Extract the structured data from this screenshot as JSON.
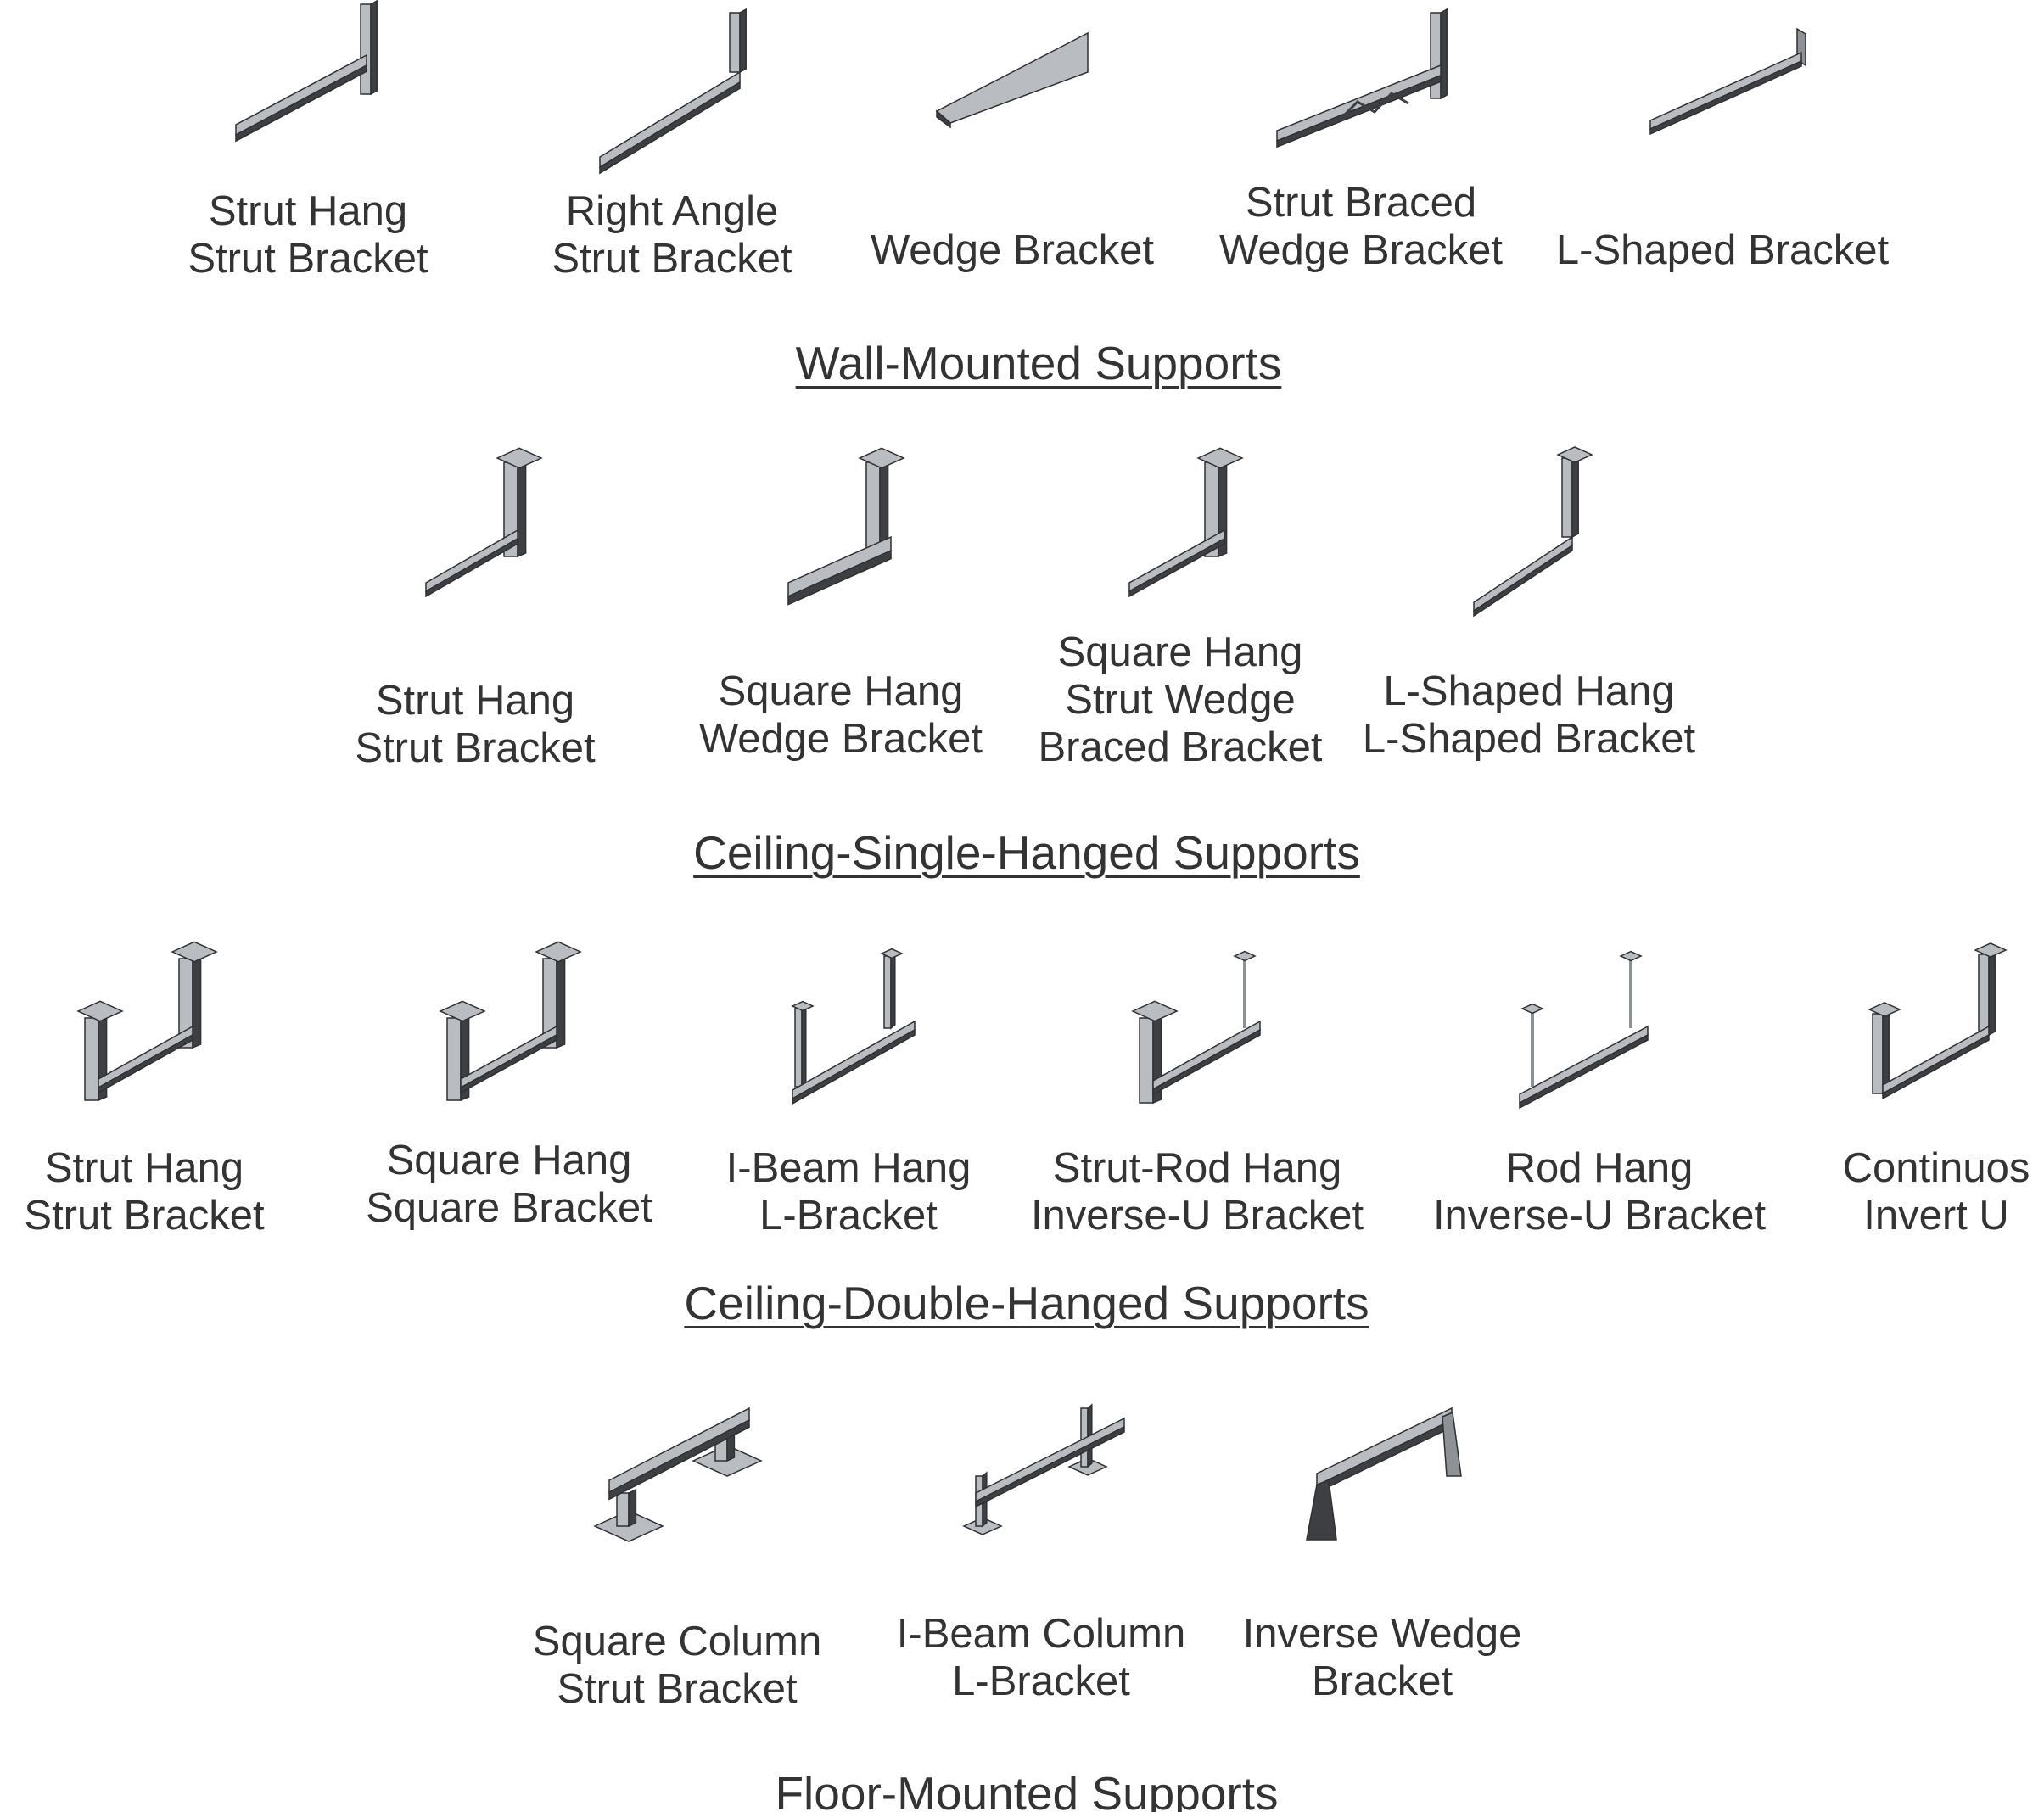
{
  "sections": [
    {
      "title": "Wall-Mounted Supports",
      "items": [
        {
          "lines": [
            "Strut Hang",
            "Strut Bracket"
          ]
        },
        {
          "lines": [
            "Right Angle",
            "Strut Bracket"
          ]
        },
        {
          "lines": [
            "Wedge Bracket"
          ]
        },
        {
          "lines": [
            "Strut Braced",
            "Wedge Bracket"
          ]
        },
        {
          "lines": [
            "L-Shaped Bracket"
          ]
        }
      ]
    },
    {
      "title": "Ceiling-Single-Hanged Supports",
      "items": [
        {
          "lines": [
            "Strut Hang",
            "Strut Bracket"
          ]
        },
        {
          "lines": [
            "Square Hang",
            "Wedge Bracket"
          ]
        },
        {
          "lines": [
            "Square Hang",
            "Strut Wedge",
            "Braced Bracket"
          ]
        },
        {
          "lines": [
            "L-Shaped Hang",
            "L-Shaped Bracket"
          ]
        }
      ]
    },
    {
      "title": "Ceiling-Double-Hanged Supports",
      "items": [
        {
          "lines": [
            "Strut Hang",
            "Strut Bracket"
          ]
        },
        {
          "lines": [
            "Square Hang",
            "Square Bracket"
          ]
        },
        {
          "lines": [
            "I-Beam Hang",
            "L-Bracket"
          ]
        },
        {
          "lines": [
            "Strut-Rod Hang",
            "Inverse-U Bracket"
          ]
        },
        {
          "lines": [
            "Rod Hang",
            "Inverse-U Bracket"
          ]
        },
        {
          "lines": [
            "Continuos",
            "Invert U"
          ]
        }
      ]
    },
    {
      "title": "Floor-Mounted Supports",
      "items": [
        {
          "lines": [
            "Square Column",
            "Strut Bracket"
          ]
        },
        {
          "lines": [
            "I-Beam Column",
            "L-Bracket"
          ]
        },
        {
          "lines": [
            "Inverse Wedge",
            "Bracket"
          ]
        }
      ]
    }
  ],
  "colors": {
    "metal_light": "#b9bcc0",
    "metal_mid": "#8e9196",
    "metal_dark": "#3d3f43",
    "text": "#333333"
  }
}
